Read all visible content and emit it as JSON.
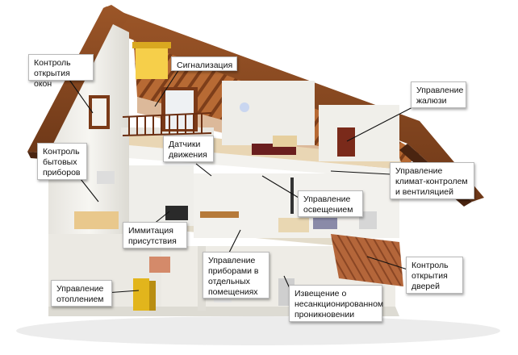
{
  "callouts": {
    "windows": "Контроль\nоткрытия окон",
    "alarm": "Сигнализация",
    "blinds": "Управление\nжалюзи",
    "appliances": "Контроль\nбытовых\nприборов",
    "motion": "Датчики\nдвижения",
    "climate": "Управление\nклимат-контролем\nи вентиляцией",
    "lighting": "Управление\nосвещением",
    "presence": "Иммитация\nприсутствия",
    "rooms": "Управление\nприборами в\nотдельных\nпомещениях",
    "doors": "Контроль\nоткрытия\nдверей",
    "heating": "Управление\nотоплением",
    "intrusion": "Извещение о\nнесанкционированном\nпроникновении"
  },
  "colors": {
    "roof": "#8a4a24",
    "roof_dark": "#5c2e16",
    "rafters": "#a4582a",
    "wall": "#f1f0ec",
    "wall_shade": "#d9d7d0",
    "floor_wood": "#d8b98a",
    "boiler": "#e2b51c",
    "leader": "#111111"
  }
}
